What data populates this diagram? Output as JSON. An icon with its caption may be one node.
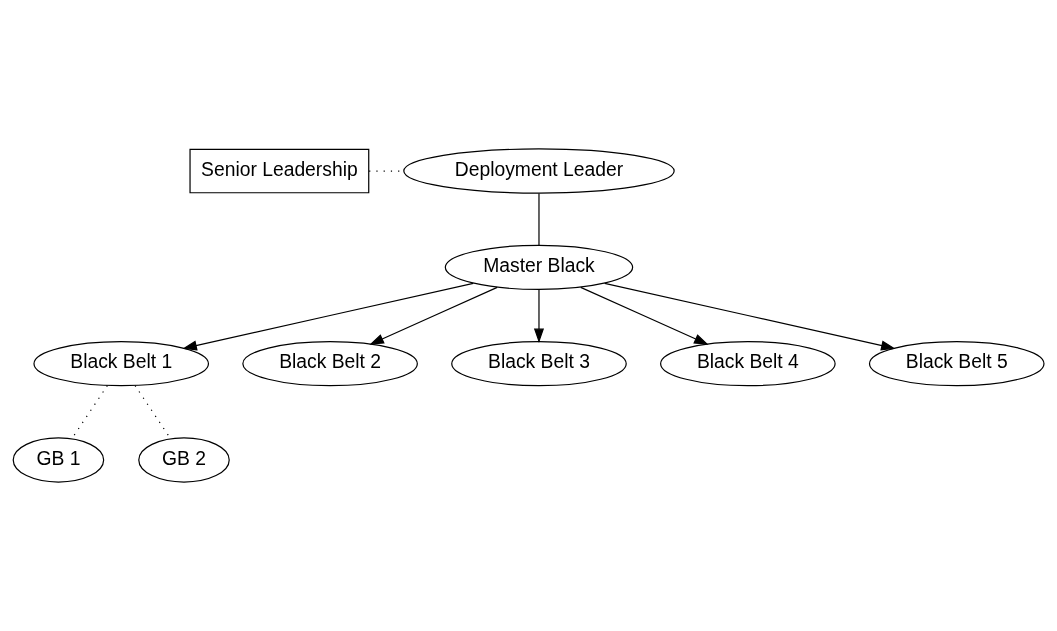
{
  "diagram": {
    "nodes": [
      {
        "text": [
          "Senior Leadership"
        ]
      },
      {
        "text": [
          "Deployment Leader"
        ]
      },
      {
        "text": [
          "Master Black"
        ]
      },
      {
        "text": [
          "Black Belt 1"
        ]
      },
      {
        "text": [
          "Black Belt 2"
        ]
      },
      {
        "text": [
          "Black Belt 3"
        ]
      },
      {
        "text": [
          "Black Belt 4"
        ]
      },
      {
        "text": [
          "Black Belt 5"
        ]
      },
      {
        "text": [
          "GB 1"
        ]
      },
      {
        "text": [
          "GB 2"
        ]
      }
    ],
    "edges": [
      {
        "from": 0,
        "to": 1,
        "arrow": "none",
        "style": "dashed"
      },
      {
        "from": 1,
        "to": 2,
        "arrow": "none"
      },
      {
        "from": 2,
        "to": 3,
        "arrow": "to"
      },
      {
        "from": 2,
        "to": 4,
        "arrow": "to"
      },
      {
        "from": 2,
        "to": 5,
        "arrow": "to"
      },
      {
        "from": 2,
        "to": 6,
        "arrow": "to"
      },
      {
        "from": 2,
        "to": 7,
        "arrow": "to"
      },
      {
        "from": 3,
        "to": 8,
        "arrow": "none",
        "style": "dashed"
      },
      {
        "from": 3,
        "to": 9,
        "arrow": "none",
        "style": "dashed"
      }
    ]
  }
}
